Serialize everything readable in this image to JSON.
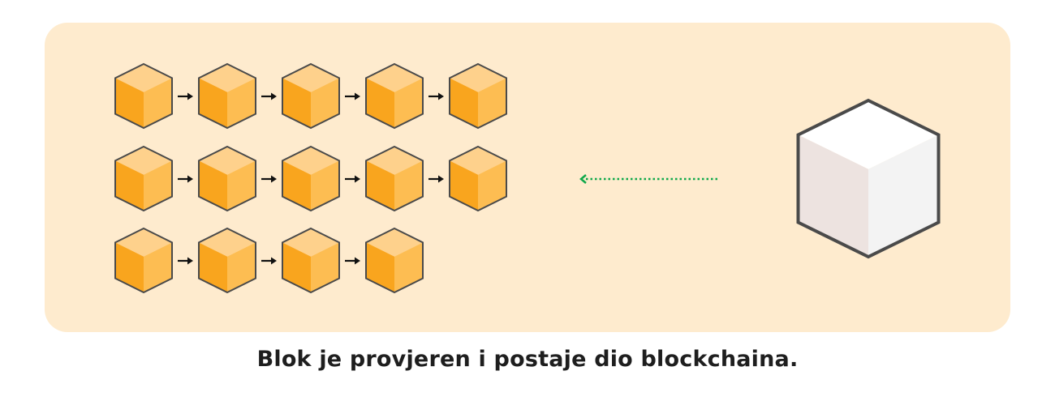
{
  "caption": "Blok je provjeren i postaje dio blockchaina.",
  "chain": {
    "rows": [
      5,
      5,
      4
    ],
    "colors": {
      "top": "#fed18c",
      "left": "#f9a51e",
      "right": "#fdbd52",
      "outline": "#4a4a4a",
      "arrow": "#111111"
    }
  },
  "new_block": {
    "colors": {
      "top": "#ffffff",
      "left": "#ede3e0",
      "right": "#f3f3f3",
      "outline": "#4a4a4a"
    }
  },
  "connector": {
    "color": "#10a84a",
    "style": "dotted",
    "direction": "left"
  },
  "colors": {
    "panel": "#feebce"
  }
}
